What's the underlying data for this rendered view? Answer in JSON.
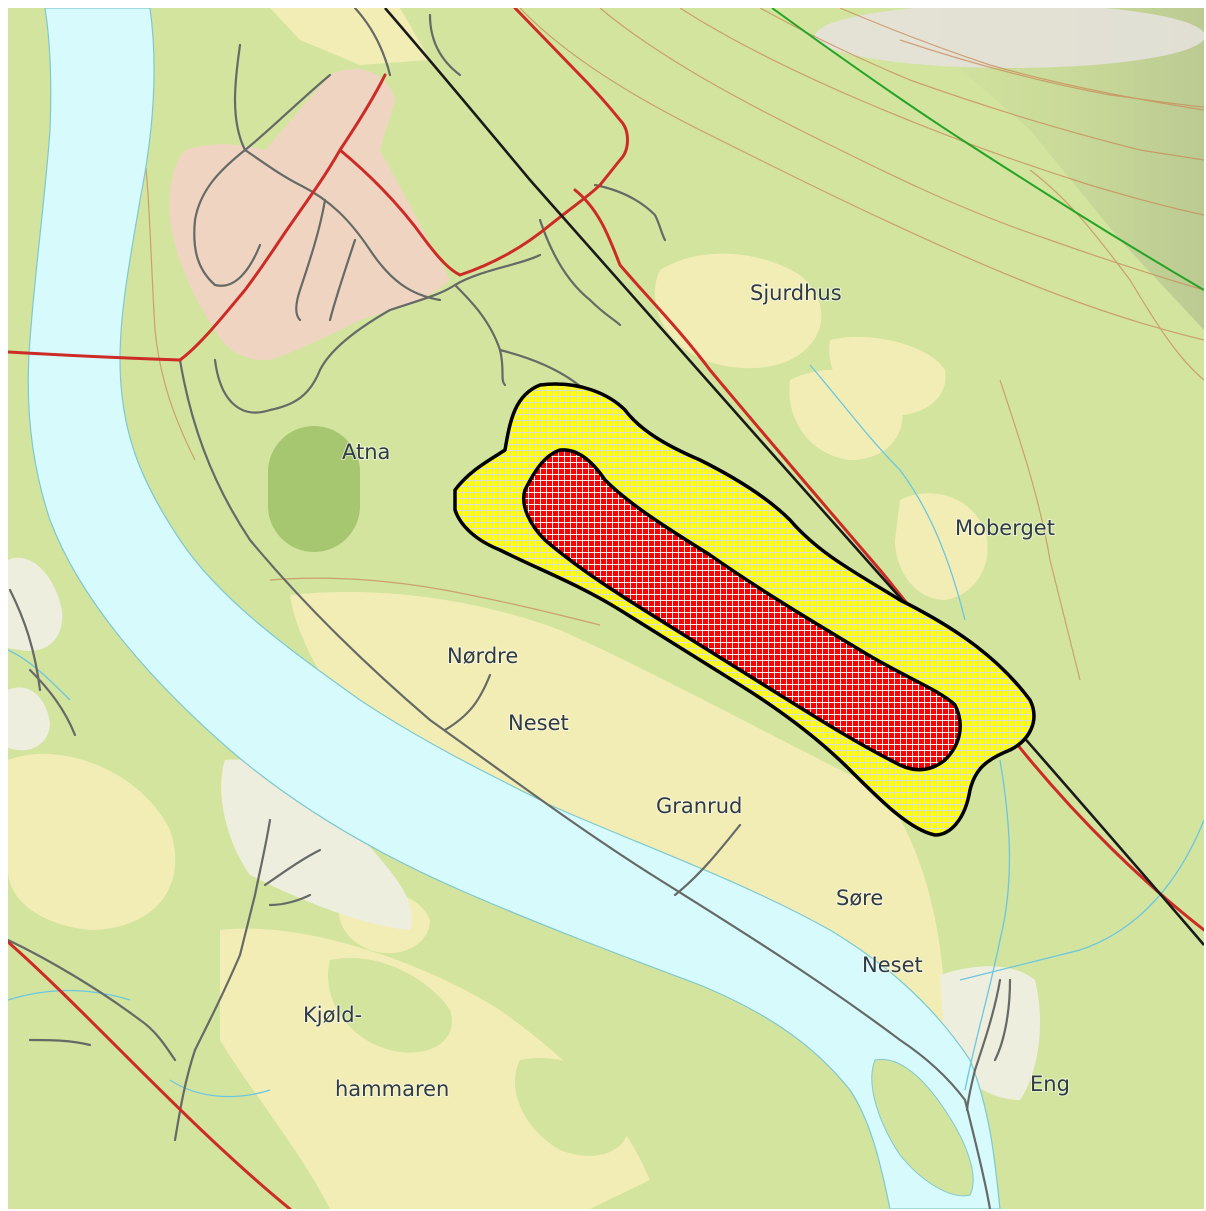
{
  "map": {
    "place_labels": {
      "sjurdhus": "Sjurdhus",
      "atna": "Atna",
      "moberget": "Moberget",
      "nordre": "Nørdre",
      "neset_north": "Neset",
      "granrud": "Granrud",
      "sore": "Søre",
      "neset_south": "Neset",
      "kjold": "Kjøld-",
      "hammaren": "hammaren",
      "eng": "Eng"
    },
    "colors": {
      "forest": "#d2e49e",
      "farmland": "#f2edb4",
      "river": "#d7fbfd",
      "settlement": "#efd5c1",
      "wetland": "#a6c66f",
      "open_ground": "#eeeedf",
      "main_road": "#cd2b25",
      "minor_road": "#666a66",
      "railway": "#1a1a1a",
      "boundary": "#25a329",
      "contour": "#c98a5a",
      "hazard_outer": "#ffff00",
      "hazard_inner": "#ff0000",
      "hazard_hatch": "#e6e6e6",
      "hazard_outline": "#000000"
    },
    "hazard_zones": [
      {
        "name": "outer-hazard-zone",
        "fill": "yellow cross-hatch"
      },
      {
        "name": "inner-hazard-zone",
        "fill": "red cross-hatch"
      }
    ]
  }
}
